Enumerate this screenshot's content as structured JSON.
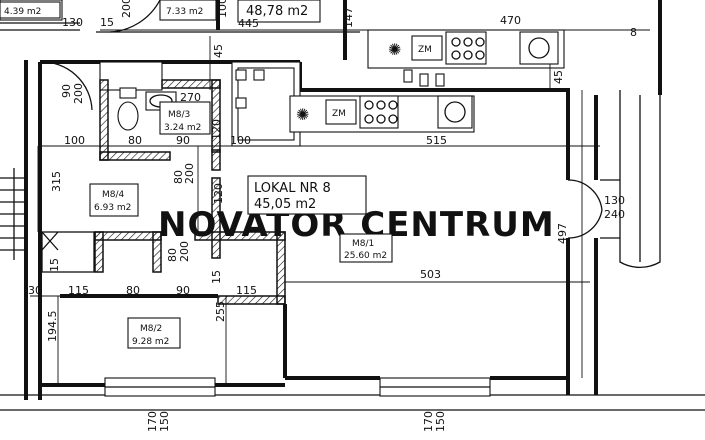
{
  "watermark": "NOVATOR CENTRUM",
  "unit_title": "LOKAL NR 8",
  "unit_area": "45,05 m2",
  "rooms": [
    {
      "id": "M8/1",
      "area": "25.60 m2"
    },
    {
      "id": "M8/2",
      "area": "9.28 m2"
    },
    {
      "id": "M8/3",
      "area": "3.24 m2"
    },
    {
      "id": "M8/4",
      "area": "6.93 m2"
    }
  ],
  "neighbor_areas": [
    "4.39 m2",
    "7.33 m2",
    "48,78 m2"
  ],
  "fixture_labels": {
    "zm1": "ZM",
    "zm2": "ZM"
  },
  "dimensions": {
    "d130_top": "130",
    "d15_a": "15",
    "d200_top": "200",
    "d100_top": "100",
    "d445": "445",
    "d147": "147",
    "d470": "470",
    "d8": "8",
    "d45_a": "45",
    "d45_b": "45",
    "d90": "90",
    "d200_door": "200",
    "d270": "270",
    "d120_a": "120",
    "d100_l": "100",
    "d80_a": "80",
    "d90_a": "90",
    "d100_m": "100",
    "d515": "515",
    "d315": "315",
    "d80_v1": "80",
    "d200_v1": "200",
    "d120_b": "120",
    "d130_r": "130",
    "d240_r": "240",
    "d497": "497",
    "d15_b": "15",
    "d80_v2": "80",
    "d200_v2": "200",
    "d15_c": "15",
    "d503": "503",
    "d30": "30",
    "d115_a": "115",
    "d80_b": "80",
    "d90_b": "90",
    "d115_b": "115",
    "d1945": "194.5",
    "d255": "255",
    "d170_a": "170",
    "d150_a": "150",
    "d170_b": "170",
    "d150_b": "150"
  }
}
